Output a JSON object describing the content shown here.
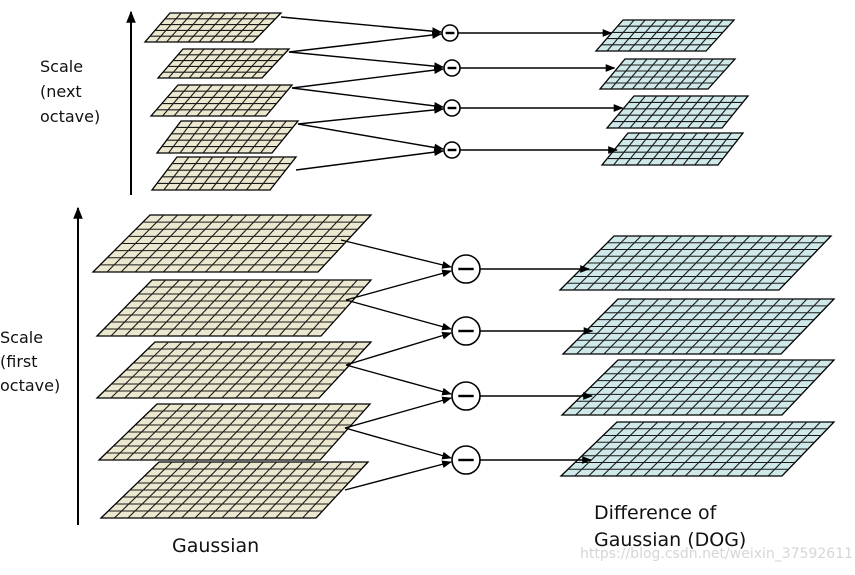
{
  "labels": {
    "scale_next": [
      "Scale",
      "(next",
      "octave)"
    ],
    "scale_first": [
      "Scale",
      "(first",
      "octave)"
    ],
    "gaussian": "Gaussian",
    "dog": [
      "Difference of",
      "Gaussian (DOG)"
    ],
    "watermark": "https://blog.csdn.net/weixin_37592611"
  },
  "colors": {
    "gaussian_fill": "#ece8cf",
    "dog_fill": "#cfe9ea",
    "grid_line": "#1a1a1a",
    "arrow": "#000000"
  },
  "octaves": [
    {
      "name": "next-octave",
      "gaussian_layers": 5,
      "dog_layers": 4
    },
    {
      "name": "first-octave",
      "gaussian_layers": 5,
      "dog_layers": 4
    }
  ]
}
